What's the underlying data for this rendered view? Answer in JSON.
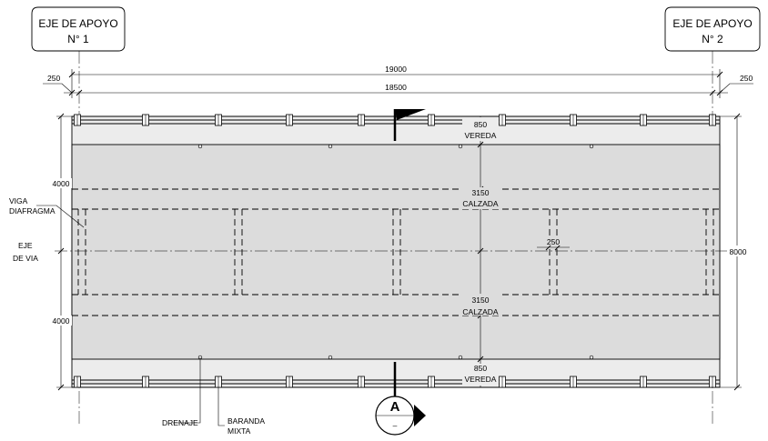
{
  "supports": {
    "left": {
      "line1": "EJE DE APOYO",
      "line2": "N° 1"
    },
    "right": {
      "line1": "EJE DE APOYO",
      "line2": "N° 2"
    }
  },
  "dimensions": {
    "overall": "19000",
    "span": "18500",
    "left_offset": "250",
    "right_offset": "250",
    "total_width": "8000",
    "half_top": "4000",
    "half_bottom": "4000",
    "sidewalk_top": "850",
    "sidewalk_bottom": "850",
    "lane_top": "3150",
    "lane_bottom": "3150",
    "beam_width": "250"
  },
  "labels": {
    "vereda": "VEREDA",
    "calzada": "CALZADA",
    "viga_line1": "VIGA",
    "viga_line2": "DIAFRAGMA",
    "eje_line1": "EJE",
    "eje_line2": "DE VIA",
    "drenaje": "DRENAJE",
    "baranda_line1": "BARANDA",
    "baranda_line2": "MIXTA"
  },
  "section_marker": {
    "letter": "A",
    "sub": "–"
  },
  "colors": {
    "deck": "#dcdcdc",
    "sidewalk": "#ececec",
    "line": "#000000"
  }
}
